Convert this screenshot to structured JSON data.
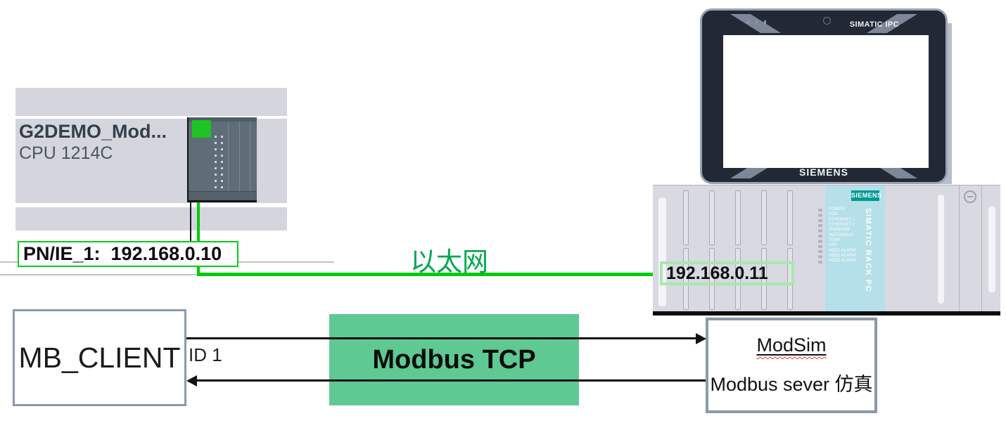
{
  "plc": {
    "device_name": "G2DEMO_Mod...",
    "device_type": "CPU 1214C",
    "interface_label": "PN/IE_1:  192.168.0.10"
  },
  "ethernet": {
    "label": "以太网",
    "text_color": "#00A74E",
    "line_color": "#00CC0C"
  },
  "ipc_monitor": {
    "brand_top": "SIMATIC IPC",
    "brand_bottom": "SIEMENS"
  },
  "rack_pc": {
    "brand_badge": "SIEMENS",
    "model_vertical": "SIMATIC RACK PC",
    "ip_label": "192.168.0.11",
    "led_labels": [
      "POWER",
      "HDD",
      "ETHERNET 1",
      "ETHERNET 2",
      "PN/MPI/DP",
      "WATCHDOG",
      "TEMP",
      "FAN",
      "HDD1 ALARM",
      "HDD2 ALARM",
      "HDD3 ALARM"
    ]
  },
  "modbus": {
    "client_label": "MB_CLIENT",
    "id_label": "ID 1",
    "protocol_label": "Modbus TCP",
    "protocol_color": "#5FC993",
    "server_title": "ModSim",
    "server_subtitle": "Modbus sever 仿真"
  }
}
